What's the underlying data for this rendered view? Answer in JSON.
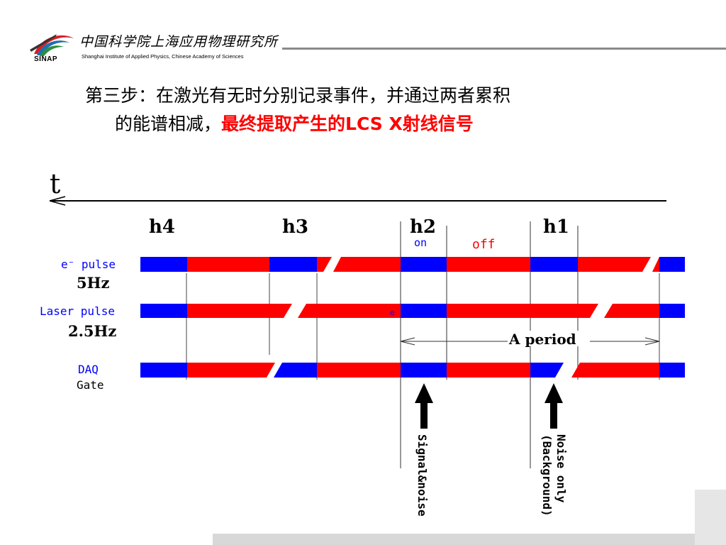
{
  "header": {
    "org_cn": "中国科学院上海应用物理研究所",
    "org_en": "Shanghai Institute of Applied Physics, Chinese Academy of Sciences",
    "logo_text": "SINAP"
  },
  "title": {
    "line1": "第三步：在激光有无时分别记录事件，并通过两者累积",
    "line2_prefix": "的能谱相减，",
    "line2_red": "最终提取产生的LCS X射线信号"
  },
  "diagram": {
    "time_axis_label": "t",
    "periods": [
      "h4",
      "h3",
      "h2",
      "h1"
    ],
    "state_on": "on",
    "state_off": "off",
    "rows": [
      {
        "label": "e⁻ pulse",
        "freq": "5Hz"
      },
      {
        "label": "Laser pulse",
        "freq": "2.5Hz"
      },
      {
        "label": "DAQ",
        "sub": "Gate"
      }
    ],
    "laser_marker": "e",
    "period_label": "A period",
    "arrow_signal_label": "Signal&noise",
    "arrow_noise_label_1": "Noise only",
    "arrow_noise_label_2": "(Background)",
    "colors": {
      "on": "#0000ff",
      "off": "#ff0000",
      "title_highlight": "#ff0000"
    }
  }
}
